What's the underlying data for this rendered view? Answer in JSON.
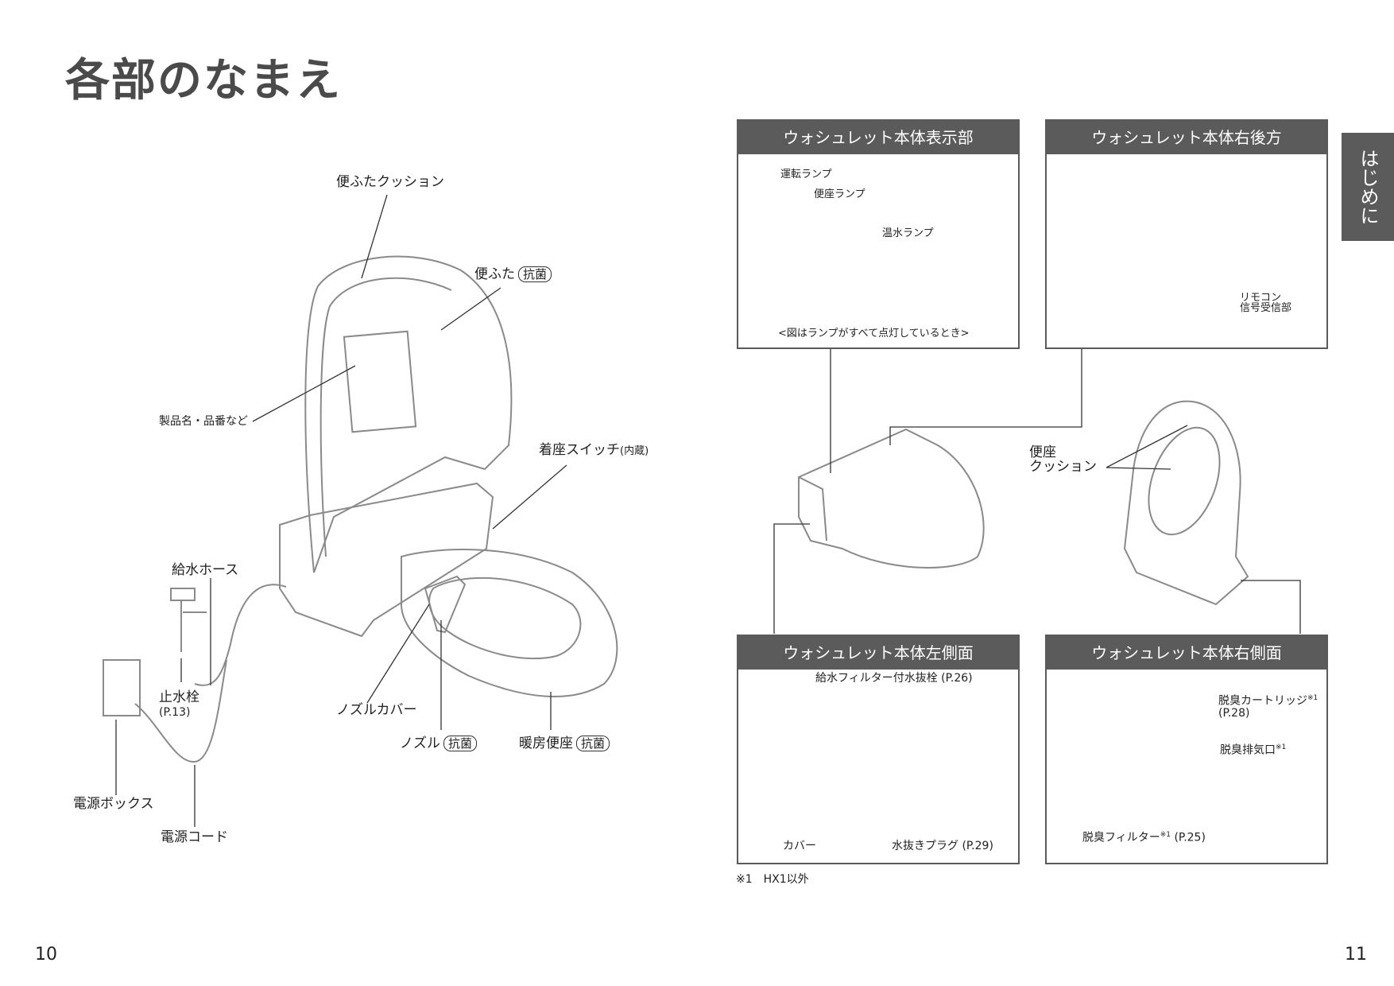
{
  "page_title": "各部のなまえ",
  "side_tab": "はじめに",
  "page_left": "10",
  "page_right": "11",
  "left_labels": {
    "lid_cushion": "便ふたクッション",
    "lid": "便ふた",
    "antibacterial": "抗菌",
    "product_name": "製品名・品番など",
    "seat_switch": "着座スイッチ",
    "seat_switch_note": "(内蔵)",
    "water_hose": "給水ホース",
    "stop_valve": "止水栓",
    "stop_valve_ref": "(P.13)",
    "nozzle_cover": "ノズルカバー",
    "nozzle": "ノズル",
    "heated_seat": "暖房便座",
    "power_box": "電源ボックス",
    "power_cord": "電源コード"
  },
  "panels": {
    "display": {
      "title": "ウォシュレット本体表示部",
      "lamp_operation": "運転ランプ",
      "lamp_seat": "便座ランプ",
      "lamp_water": "温水ランプ",
      "caption": "<図はランプがすべて点灯しているとき>"
    },
    "rear_right": {
      "title": "ウォシュレット本体右後方",
      "remote_receiver_1": "リモコン",
      "remote_receiver_2": "信号受信部"
    },
    "left_side": {
      "title": "ウォシュレット本体左側面",
      "filter_valve": "給水フィルター付水抜栓 (P.26)",
      "cover": "カバー",
      "drain_plug": "水抜きプラグ (P.29)"
    },
    "right_side": {
      "title": "ウォシュレット本体右側面",
      "deodor_cartridge": "脱臭カートリッジ",
      "deodor_cartridge_mark": "※1",
      "deodor_cartridge_ref": "(P.28)",
      "deodor_outlet": "脱臭排気口",
      "deodor_outlet_mark": "※1",
      "deodor_filter": "脱臭フィルター",
      "deodor_filter_mark": "※1",
      "deodor_filter_ref": "(P.25)"
    }
  },
  "seat_cushion_1": "便座",
  "seat_cushion_2": "クッション",
  "footnote": "※1　HX1以外",
  "colors": {
    "panel_header": "#5b5b5b",
    "line": "#333333",
    "illustration_stroke": "#888888"
  }
}
